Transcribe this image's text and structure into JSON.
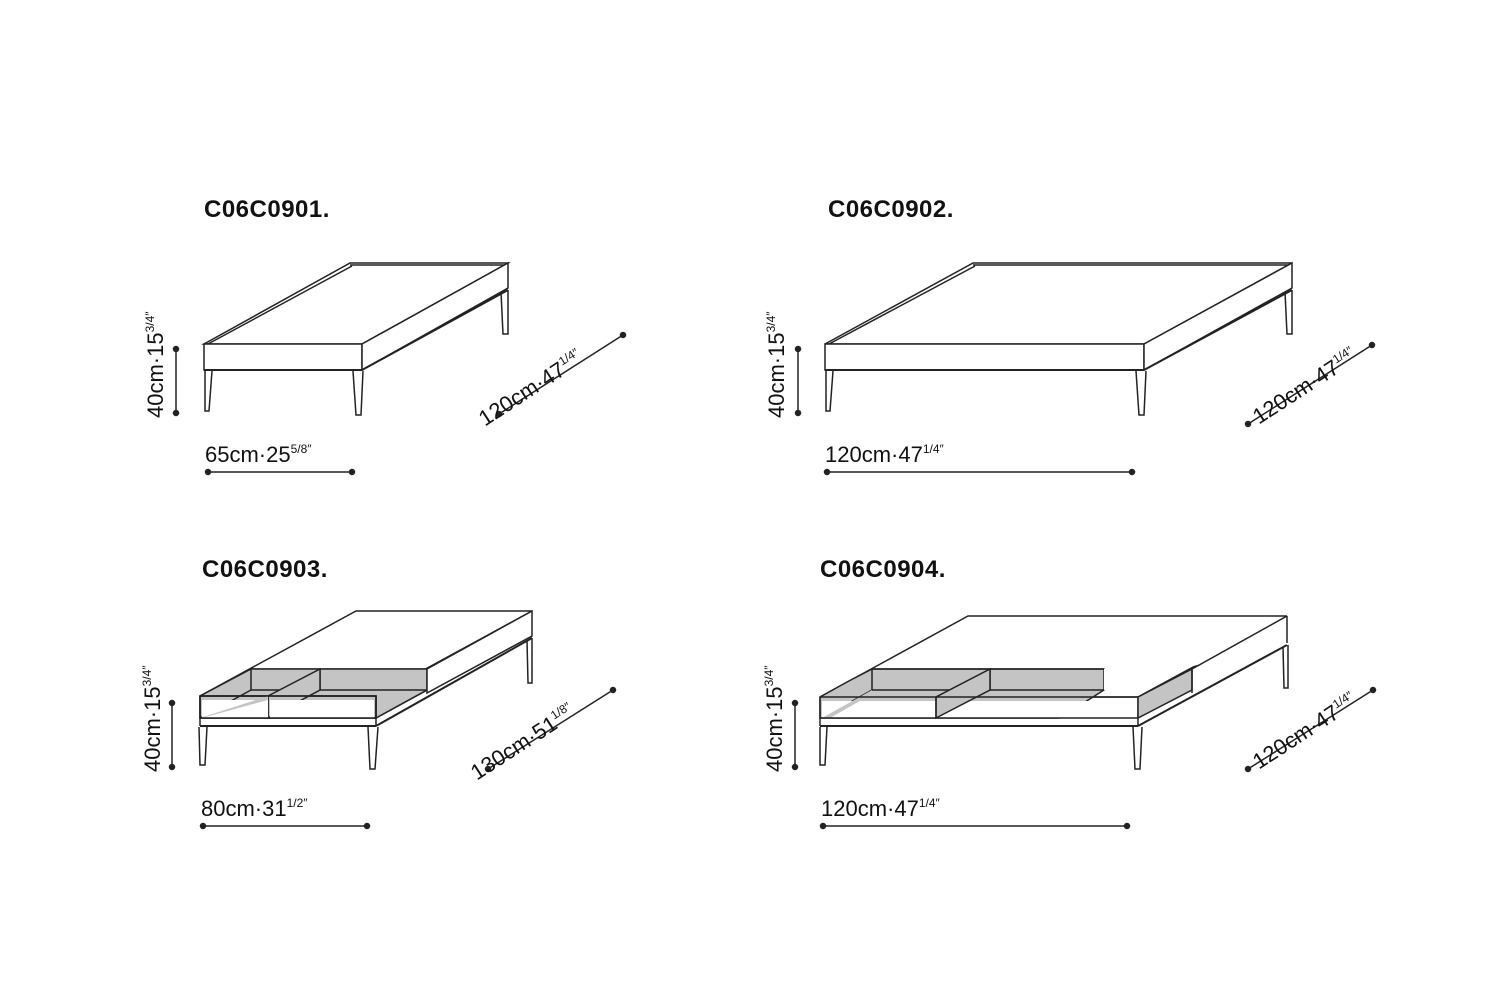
{
  "colors": {
    "line": "#222222",
    "shelf_fill": "#c4c4c4",
    "background": "#ffffff"
  },
  "items": [
    {
      "code": "C06C0901.",
      "height": {
        "label": "40cm·15",
        "frac": "3/4″"
      },
      "width": {
        "label": "65cm·25",
        "frac": "5/8″"
      },
      "depth": {
        "label": "120cm·47",
        "frac": "1/4″"
      },
      "type": "plain"
    },
    {
      "code": "C06C0902.",
      "height": {
        "label": "40cm·15",
        "frac": "3/4″"
      },
      "width": {
        "label": "120cm·47",
        "frac": "1/4″"
      },
      "depth": {
        "label": "120cm·47",
        "frac": "1/4″"
      },
      "type": "plain"
    },
    {
      "code": "C06C0903.",
      "height": {
        "label": "40cm·15",
        "frac": "3/4″"
      },
      "width": {
        "label": "80cm·31",
        "frac": "1/2″"
      },
      "depth": {
        "label": "130cm·51",
        "frac": "1/8″"
      },
      "type": "shelf"
    },
    {
      "code": "C06C0904.",
      "height": {
        "label": "40cm·15",
        "frac": "3/4″"
      },
      "width": {
        "label": "120cm·47",
        "frac": "1/4″"
      },
      "depth": {
        "label": "120cm·47",
        "frac": "1/4″"
      },
      "type": "shelf"
    }
  ]
}
